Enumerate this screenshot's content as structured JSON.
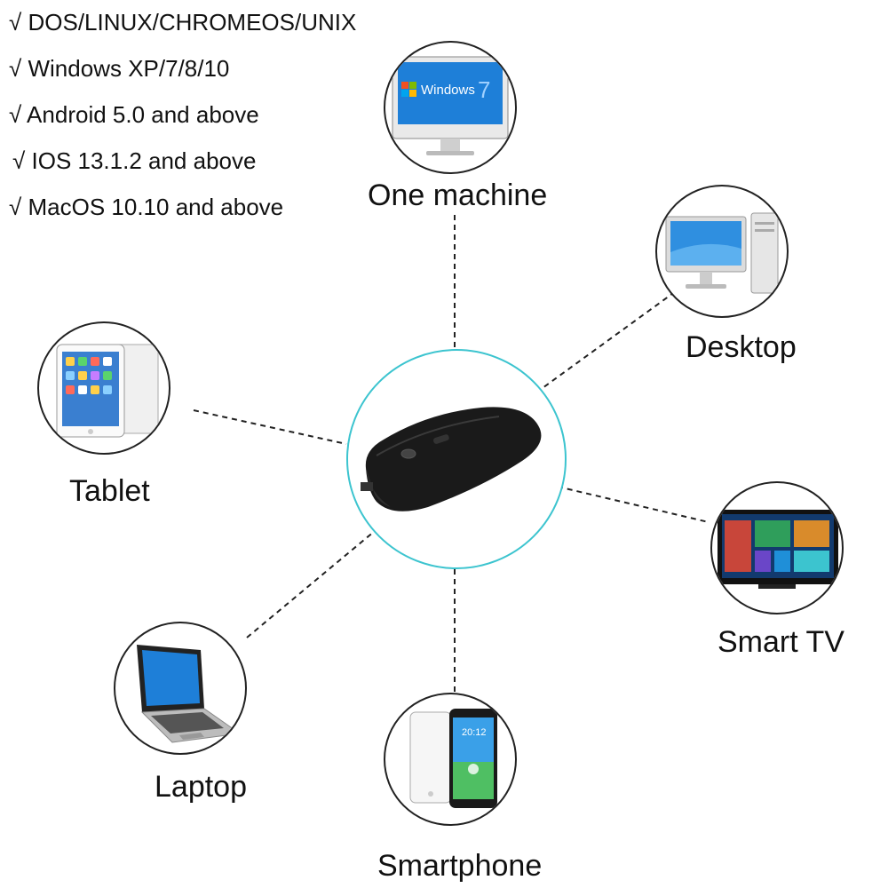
{
  "compatibility": [
    "√ DOS/LINUX/CHROMEOS/UNIX",
    "√ Windows XP/7/8/10",
    "√ Android 5.0 and above",
    "√ IOS 13.1.2 and above",
    "√ MacOS 10.10 and above"
  ],
  "devices": {
    "one_machine": "One machine",
    "desktop": "Desktop",
    "tablet": "Tablet",
    "smart_tv": "Smart TV",
    "laptop": "Laptop",
    "smartphone": "Smartphone"
  },
  "screen_texts": {
    "windows": "Windows",
    "windows_version": "7",
    "phone_time": "20:12"
  },
  "colors": {
    "hub_ring": "#3cc4cf",
    "screen_blue": "#1e7fd8",
    "mouse": "#1a1a1a"
  }
}
